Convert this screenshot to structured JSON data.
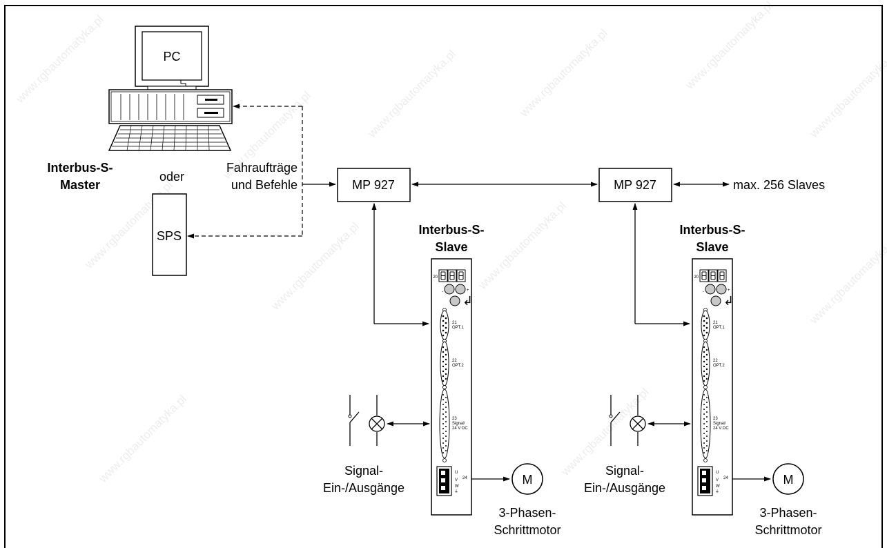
{
  "pc": {
    "label": "PC"
  },
  "master": {
    "line1": "Interbus-S-",
    "line2": "Master"
  },
  "oder": "oder",
  "plc": {
    "label": "SPS"
  },
  "commands": {
    "line1": "Fahraufträge",
    "line2": "und  Befehle"
  },
  "mp_units": [
    {
      "label": "MP  927"
    },
    {
      "label": "MP  927"
    }
  ],
  "max_slaves": "max.  256  Slaves",
  "slaves": [
    {
      "title1": "Interbus-S-",
      "title2": "Slave"
    },
    {
      "title1": "Interbus-S-",
      "title2": "Slave"
    }
  ],
  "drive_panel": {
    "display_label": "20",
    "minus": "-",
    "plus": "+",
    "enter": "↲",
    "x21_num": "21",
    "x21_name": "OPT.1",
    "x22_num": "22",
    "x22_name": "OPT.2",
    "x23_num": "23",
    "x23_name1": "Signal/",
    "x23_name2": "24 V DC",
    "x24_num": "24",
    "phase_u": "U",
    "phase_v": "V",
    "phase_w": "W",
    "ground": "⏚"
  },
  "io": [
    {
      "line1": "Signal-",
      "line2": "Ein-/Ausgänge"
    },
    {
      "line1": "Signal-",
      "line2": "Ein-/Ausgänge"
    }
  ],
  "motors": [
    {
      "symbol": "M",
      "line1": "3-Phasen-",
      "line2": "Schrittmotor"
    },
    {
      "symbol": "M",
      "line1": "3-Phasen-",
      "line2": "Schrittmotor"
    }
  ],
  "watermark": "www.rgbautomatyka.pl"
}
